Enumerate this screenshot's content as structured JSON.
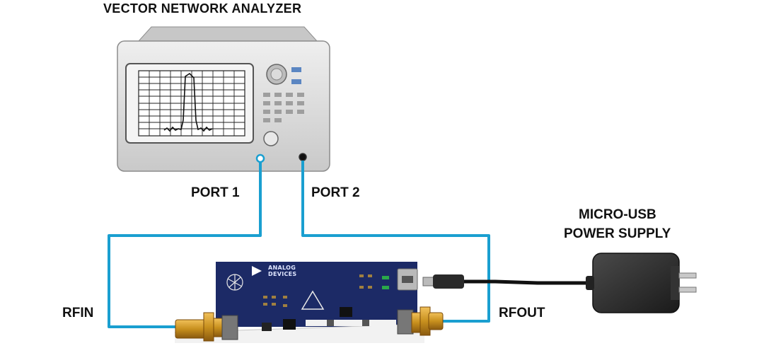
{
  "diagram": {
    "title": "VECTOR NETWORK ANALYZER",
    "port1_label": "PORT 1",
    "port2_label": "PORT 2",
    "rfin_label": "RFIN",
    "rfout_label": "RFOUT",
    "power_label_line1": "MICRO-USB",
    "power_label_line2": "POWER SUPPLY",
    "board_logo_line1": "ANALOG",
    "board_logo_line2": "DEVICES"
  },
  "colors": {
    "cable": "#1a9fd0",
    "instrument_body": "#d9d9d9",
    "board": "#1c2a66",
    "connector_gold": "#c8901e",
    "power_supply": "#2a2a2a"
  },
  "icons": [
    "vna-instrument",
    "evaluation-board",
    "sma-connector",
    "usb-cable",
    "power-adapter"
  ]
}
